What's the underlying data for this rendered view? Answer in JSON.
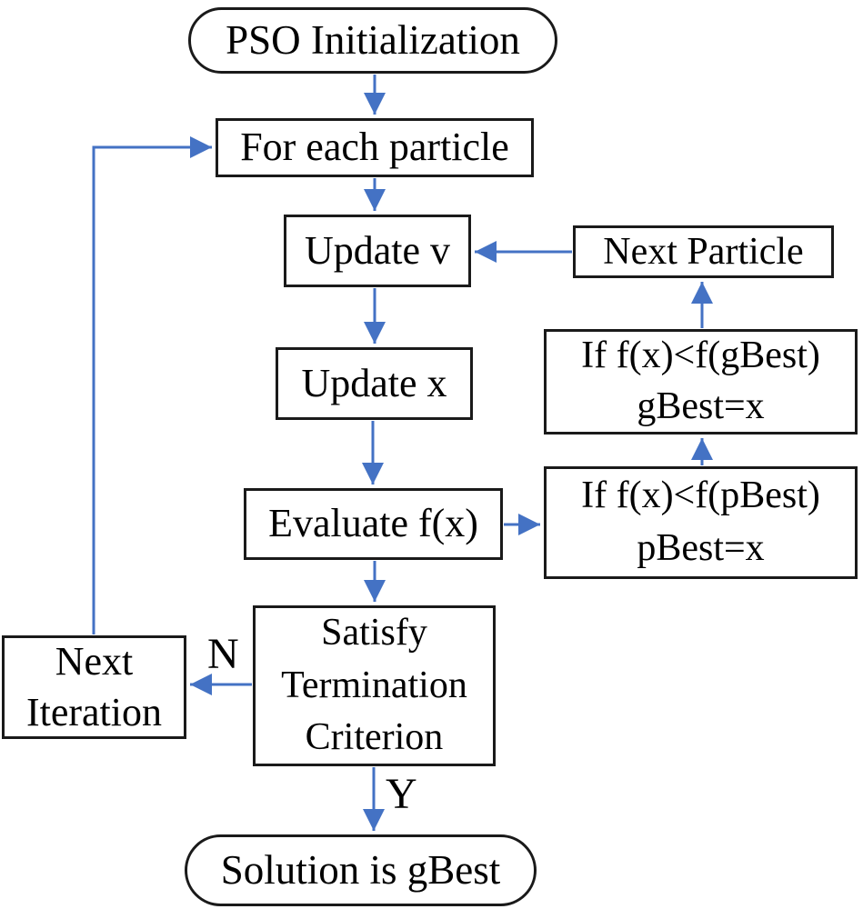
{
  "colors": {
    "arrow": "#4472C4",
    "node_border": "#1a1a1a",
    "node_fill": "#ffffff",
    "text": "#000000",
    "background": "#ffffff"
  },
  "nodes": {
    "start": {
      "label": "PSO Initialization",
      "shape": "stadium"
    },
    "for_each": {
      "label": "For each particle",
      "shape": "rect"
    },
    "update_v": {
      "label": "Update v",
      "shape": "rect"
    },
    "update_x": {
      "label": "Update x",
      "shape": "rect"
    },
    "evaluate": {
      "label": "Evaluate f(x)",
      "shape": "rect"
    },
    "satisfy": {
      "label": "Satisfy Termination Criterion",
      "shape": "rect"
    },
    "solution": {
      "label": "Solution is gBest",
      "shape": "stadium"
    },
    "next_iteration": {
      "label": "Next Iteration",
      "shape": "rect"
    },
    "next_particle": {
      "label": "Next Particle",
      "shape": "rect"
    },
    "if_gbest": {
      "line1": "If f(x)<f(gBest)",
      "line2": "gBest=x",
      "shape": "rect"
    },
    "if_pbest": {
      "line1": "If f(x)<f(pBest)",
      "line2": "pBest=x",
      "shape": "rect"
    }
  },
  "edge_labels": {
    "no": "N",
    "yes": "Y"
  }
}
